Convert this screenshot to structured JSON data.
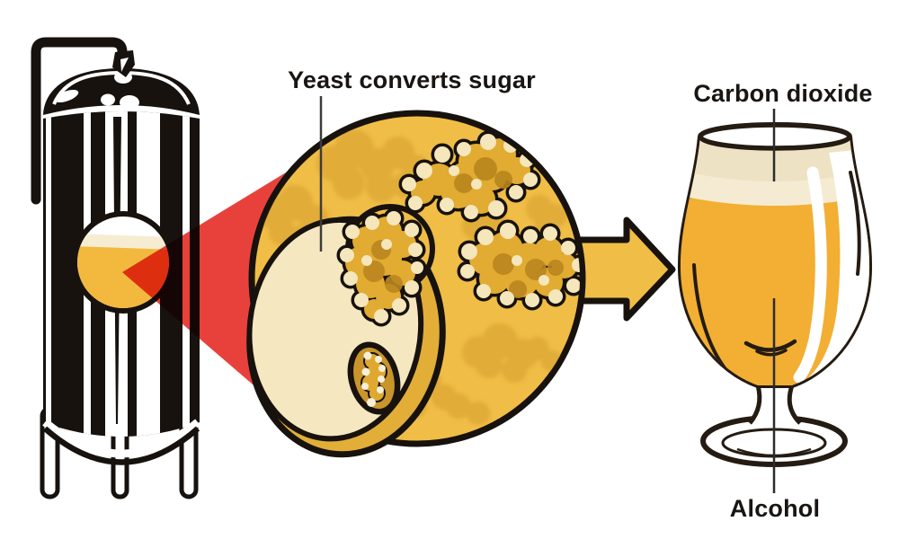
{
  "scene": {
    "background": "#ffffff",
    "labels": {
      "yeast": "Yeast converts sugar",
      "carbon_dioxide": "Carbon dioxide",
      "alcohol": "Alcohol"
    },
    "colors": {
      "ink": "#17120d",
      "circle_gold": "#f0bd46",
      "cluster_gold": "#e2ab31",
      "cluster_dark": "#b9861f",
      "cluster_cream": "#f5e6bb",
      "beam_red": "#e8413c",
      "beer_gold": "#f2af33",
      "foam_cream": "#f4ebd2",
      "foam_shadow": "#eee2c5",
      "yeast_cream": "#f5e7c0",
      "yeast_rim_gold": "#e2ae38",
      "vacuole_gold": "#c9952b",
      "glass_outline": "#241b12",
      "window_beer": "#f3b93e"
    },
    "illustrations": [
      "fermentation-tank",
      "magnified-yeast-circle",
      "magnifier-beam",
      "arrow-right",
      "beer-glass"
    ]
  }
}
